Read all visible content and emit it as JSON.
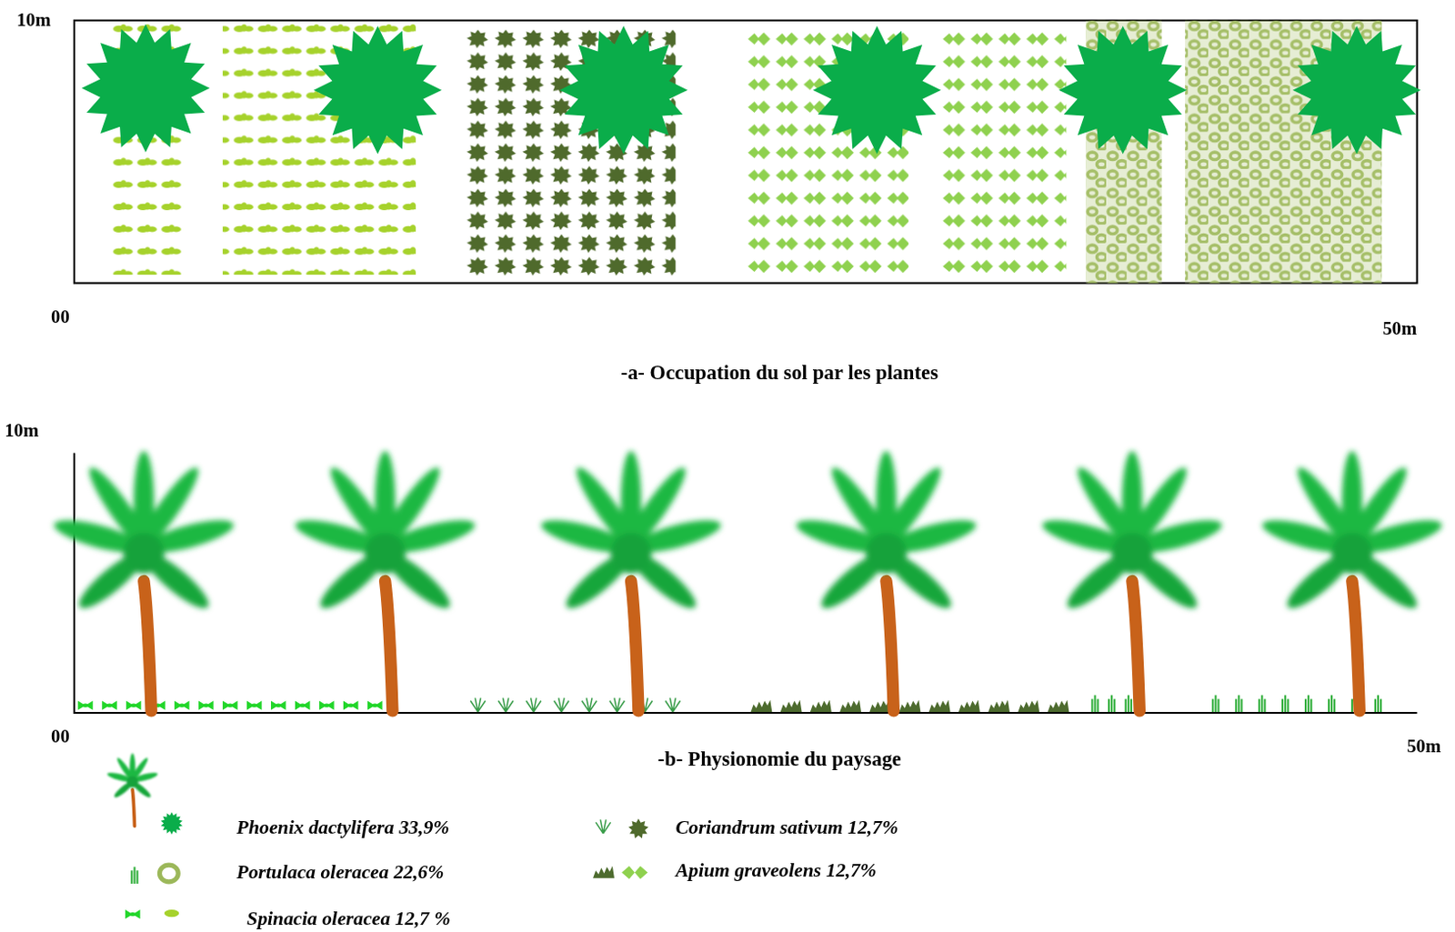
{
  "diagram": {
    "labels": [
      "10m",
      "00",
      "50m",
      "-a- Occupation du sol par les plantes",
      "10m",
      "00",
      "-b- Physionomie du paysage",
      "50m"
    ],
    "legend": [
      {
        "text": "Phoenix dactylifera 33,9%"
      },
      {
        "text": "Coriandrum sativum 12,7%"
      },
      {
        "text": "Portulaca oleracea 22,6%"
      },
      {
        "text": "Apium graveolens 12,7%"
      },
      {
        "text": "Spinacia oleracea 12,7 %"
      }
    ]
  }
}
